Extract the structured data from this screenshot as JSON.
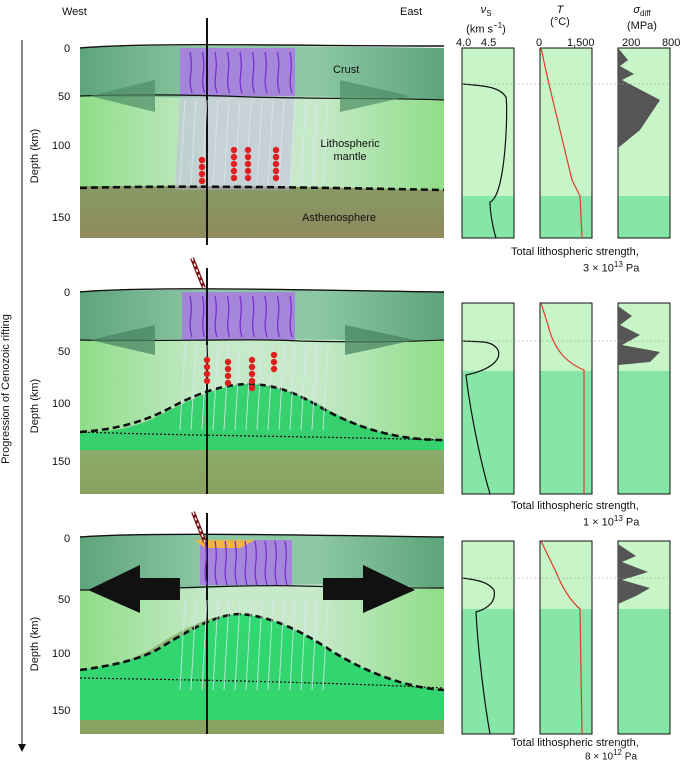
{
  "header": {
    "west": "West",
    "east": "East",
    "vs_symbol": "ν",
    "vs_sub": "S",
    "vs_unit_a": "(km s",
    "vs_unit_sup": "−1",
    "vs_unit_b": ")",
    "temp_symbol": "T",
    "temp_unit": "(°C)",
    "sigma_symbol": "σ",
    "sigma_sub": "diff",
    "sigma_unit": "(MPa)",
    "vs_ticks": [
      "4.0",
      "4.5"
    ],
    "temp_ticks": [
      "0",
      "1,500"
    ],
    "sigma_ticks": [
      "200",
      "800"
    ]
  },
  "side_label": "Progression of Cenozoic rifting",
  "depth_axis_label": "Depth (km)",
  "panels": [
    {
      "depth_ticks": [
        "0",
        "50",
        "100",
        "150"
      ],
      "layer_labels": {
        "crust": "Crust",
        "mantle_line1": "Lithospheric",
        "mantle_line2": "mantle",
        "asthenosphere": "Asthenosphere"
      },
      "strength_label": "Total lithospheric strength,",
      "strength_mantissa": "3 × 10",
      "strength_exp": "13",
      "strength_unit": " Pa"
    },
    {
      "depth_ticks": [
        "0",
        "50",
        "100",
        "150"
      ],
      "strength_label": "Total lithospheric strength,",
      "strength_mantissa": "1 × 10",
      "strength_exp": "13",
      "strength_unit": " Pa"
    },
    {
      "depth_ticks": [
        "0",
        "50",
        "100",
        "150"
      ],
      "strength_label": "Total lithospheric strength,",
      "strength_mantissa": "8 × 10",
      "strength_exp": "12",
      "strength_unit": " Pa"
    }
  ],
  "colors": {
    "crust": "#6fb389",
    "mantle": "#a8e6a3",
    "asthenosphere": "#8f9a5e",
    "melt_zone": "#a97ee0",
    "profile_upper": "#c8f5c8",
    "profile_lower": "#86e6a8",
    "temperature_line": "#e03a2a",
    "strength_fill": "#555555"
  }
}
